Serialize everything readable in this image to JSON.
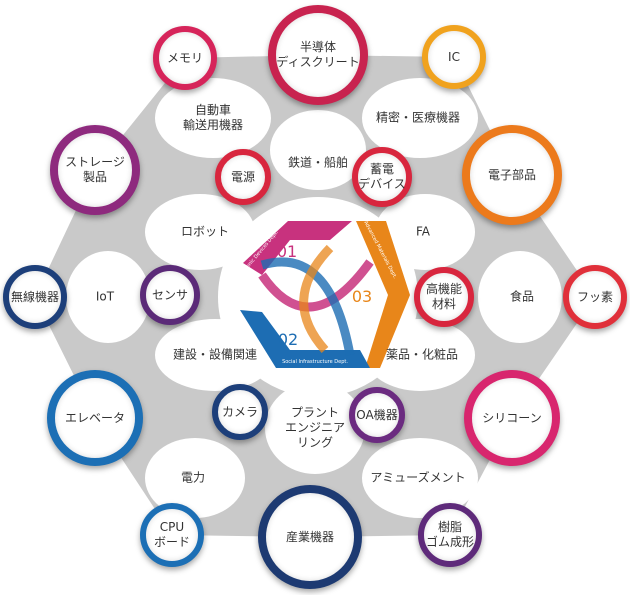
{
  "center": {
    "dept01": {
      "number": "01",
      "name": "Electronic Devices Dept.",
      "color": "#c8327e"
    },
    "dept02": {
      "number": "02",
      "name": "Social Infrastructure Dept.",
      "color": "#1d6db3"
    },
    "dept03": {
      "number": "03",
      "name": "Advanced Materials Dept.",
      "color": "#e8861a"
    }
  },
  "nodes": [
    {
      "label": "メモリ",
      "color": "#d6245a"
    },
    {
      "label": "半導体\nディスクリート",
      "color": "#c8234f"
    },
    {
      "label": "IC",
      "color": "#f0a21e"
    },
    {
      "label": "ストレージ\n製品",
      "color": "#8e2a7e"
    },
    {
      "label": "電源",
      "color": "#d8263e"
    },
    {
      "label": "蓄電\nデバイス",
      "color": "#d8263e"
    },
    {
      "label": "電子部品",
      "color": "#ec7a1c"
    },
    {
      "label": "無線機器",
      "color": "#1d3f7a"
    },
    {
      "label": "センサ",
      "color": "#5b2a78"
    },
    {
      "label": "高機能\n材料",
      "color": "#d8263e"
    },
    {
      "label": "フッ素",
      "color": "#e0303a"
    },
    {
      "label": "エレベータ",
      "color": "#1c6fb5"
    },
    {
      "label": "カメラ",
      "color": "#1d3f7a"
    },
    {
      "label": "OA機器",
      "color": "#6b2b80"
    },
    {
      "label": "シリコーン",
      "color": "#d8266e"
    },
    {
      "label": "CPU\nボード",
      "color": "#1c6fb5"
    },
    {
      "label": "産業機器",
      "color": "#1d3a72"
    },
    {
      "label": "樹脂\nゴム成形",
      "color": "#5e2a7a"
    }
  ],
  "fields": [
    {
      "label": "自動車\n輸送用機器"
    },
    {
      "label": "鉄道・船舶"
    },
    {
      "label": "精密・医療機器"
    },
    {
      "label": "ロボット"
    },
    {
      "label": "FA"
    },
    {
      "label": "IoT"
    },
    {
      "label": "食品"
    },
    {
      "label": "建設・設備関連"
    },
    {
      "label": "薬品・化粧品"
    },
    {
      "label": "プラント\nエンジニア\nリング"
    },
    {
      "label": "電力"
    },
    {
      "label": "アミューズメント"
    }
  ]
}
